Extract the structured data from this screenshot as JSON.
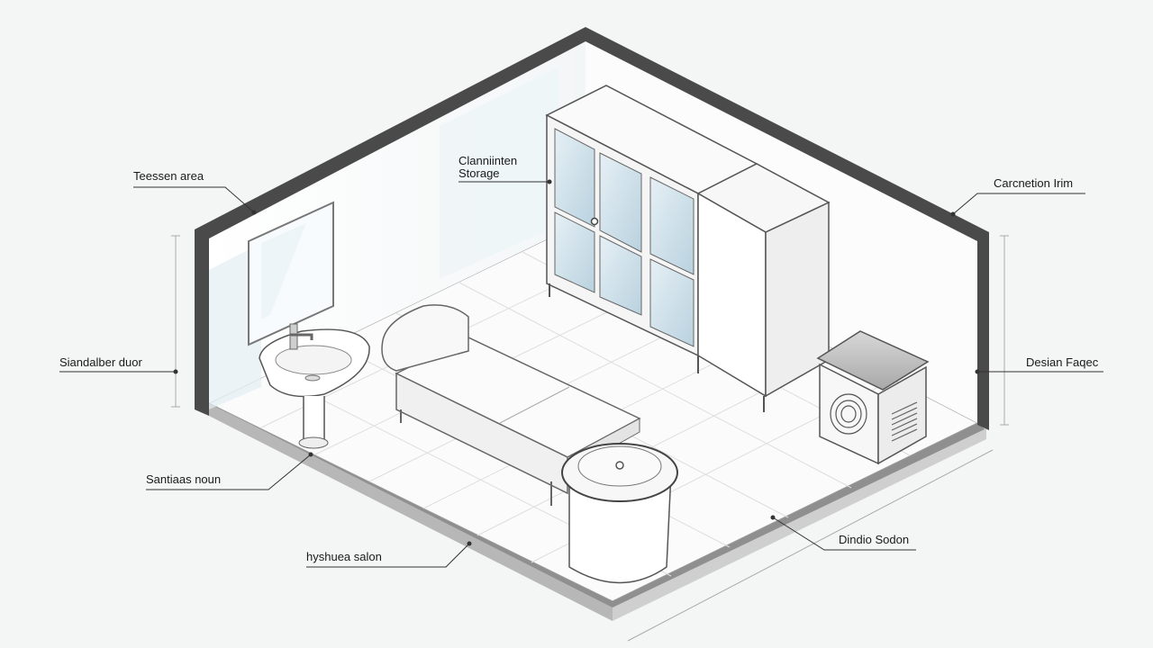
{
  "labels": {
    "treatment_area": "Teessen area",
    "storage_line1": "Clanniinten",
    "storage_line2": "Storage",
    "cabinet_item": "Carcnetion Irim",
    "wash_door": "Siandalber duor",
    "design_face": "Desian Faqec",
    "sink_room": "Santiaas noun",
    "hygiene_salon": "hyshuea salon",
    "dinner_section": "Dindio Sodon"
  },
  "colors": {
    "background": "#f4f5f5",
    "wall_outline": "#3a3a3a",
    "glass_tint": "#c9dde8",
    "floor": "#fafafa",
    "grid": "#dcdcdc"
  }
}
